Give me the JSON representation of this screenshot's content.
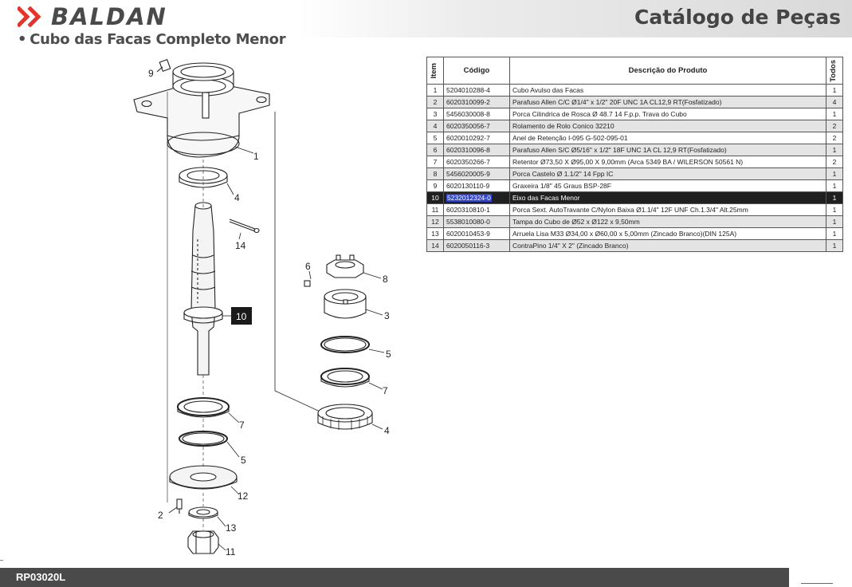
{
  "brand": {
    "name": "BALDAN",
    "accent_color": "#e4352b",
    "logo_icon": "double-chevron-icon"
  },
  "header": {
    "catalog_title": "Catálogo de Peças",
    "subtitle": "Cubo das Facas Completo Menor",
    "subtitle_bullet": "•"
  },
  "table": {
    "headers": {
      "item": "Item",
      "code": "Código",
      "description": "Descrição do Produto",
      "qty": "Todos"
    },
    "selected_item": "10",
    "rows": [
      {
        "item": "1",
        "code": "5204010288-4",
        "description": "Cubo Avulso das Facas",
        "qty": "1"
      },
      {
        "item": "2",
        "code": "6020310099-2",
        "description": "Parafuso Allen C/C Ø1/4\" x 1/2\" 20F UNC 1A CL12,9 RT(Fosfatizado)",
        "qty": "4"
      },
      {
        "item": "3",
        "code": "5456030008-8",
        "description": "Porca Cilindrica de Rosca Ø 48.7 14 F.p.p. Trava do Cubo",
        "qty": "1"
      },
      {
        "item": "4",
        "code": "6020350056-7",
        "description": "Rolamento de Rolo Conico 32210",
        "qty": "2"
      },
      {
        "item": "5",
        "code": "6020010292-7",
        "description": "Anel de Retenção I-095 G-502-095-01",
        "qty": "2"
      },
      {
        "item": "6",
        "code": "6020310096-8",
        "description": "Parafuso Allen S/C Ø5/16\" x 1/2\" 18F UNC 1A CL 12,9 RT(Fosfatizado)",
        "qty": "1"
      },
      {
        "item": "7",
        "code": "6020350266-7",
        "description": "Retentor Ø73,50 X Ø95,00 X 9,00mm (Arca 5349 BA / WILERSON 50561 N)",
        "qty": "2"
      },
      {
        "item": "8",
        "code": "5456020005-9",
        "description": "Porca Castelo Ø 1.1/2\" 14 Fpp IC",
        "qty": "1"
      },
      {
        "item": "9",
        "code": "6020130110-9",
        "description": "Graxeira 1/8\" 45 Graus BSP-28F",
        "qty": "1"
      },
      {
        "item": "10",
        "code": "5232012324-0",
        "description": "Eixo das Facas Menor",
        "qty": "1"
      },
      {
        "item": "11",
        "code": "6020310810-1",
        "description": "Porca Sext. AutoTravante C/Nylon Baixa Ø1.1/4\" 12F UNF Ch.1.3/4\" Alt.25mm",
        "qty": "1"
      },
      {
        "item": "12",
        "code": "5538010080-0",
        "description": "Tampa do Cubo de Ø52 x Ø122 x 9,50mm",
        "qty": "1"
      },
      {
        "item": "13",
        "code": "6020010453-9",
        "description": "Arruela Lisa M33 Ø34,00 x Ø60,00 x 5,00mm (Zincado Branco)(DIN 125A)",
        "qty": "1"
      },
      {
        "item": "14",
        "code": "6020050116-3",
        "description": "ContraPino 1/4\" X 2\" (Zincado Branco)",
        "qty": "1"
      }
    ]
  },
  "diagram": {
    "callouts": [
      "9",
      "1",
      "4",
      "14",
      "10",
      "6",
      "8",
      "3",
      "5",
      "7",
      "4",
      "7",
      "5",
      "12",
      "2",
      "13",
      "11"
    ],
    "highlight_callout": "10"
  },
  "footer": {
    "code": "RP03020L"
  }
}
